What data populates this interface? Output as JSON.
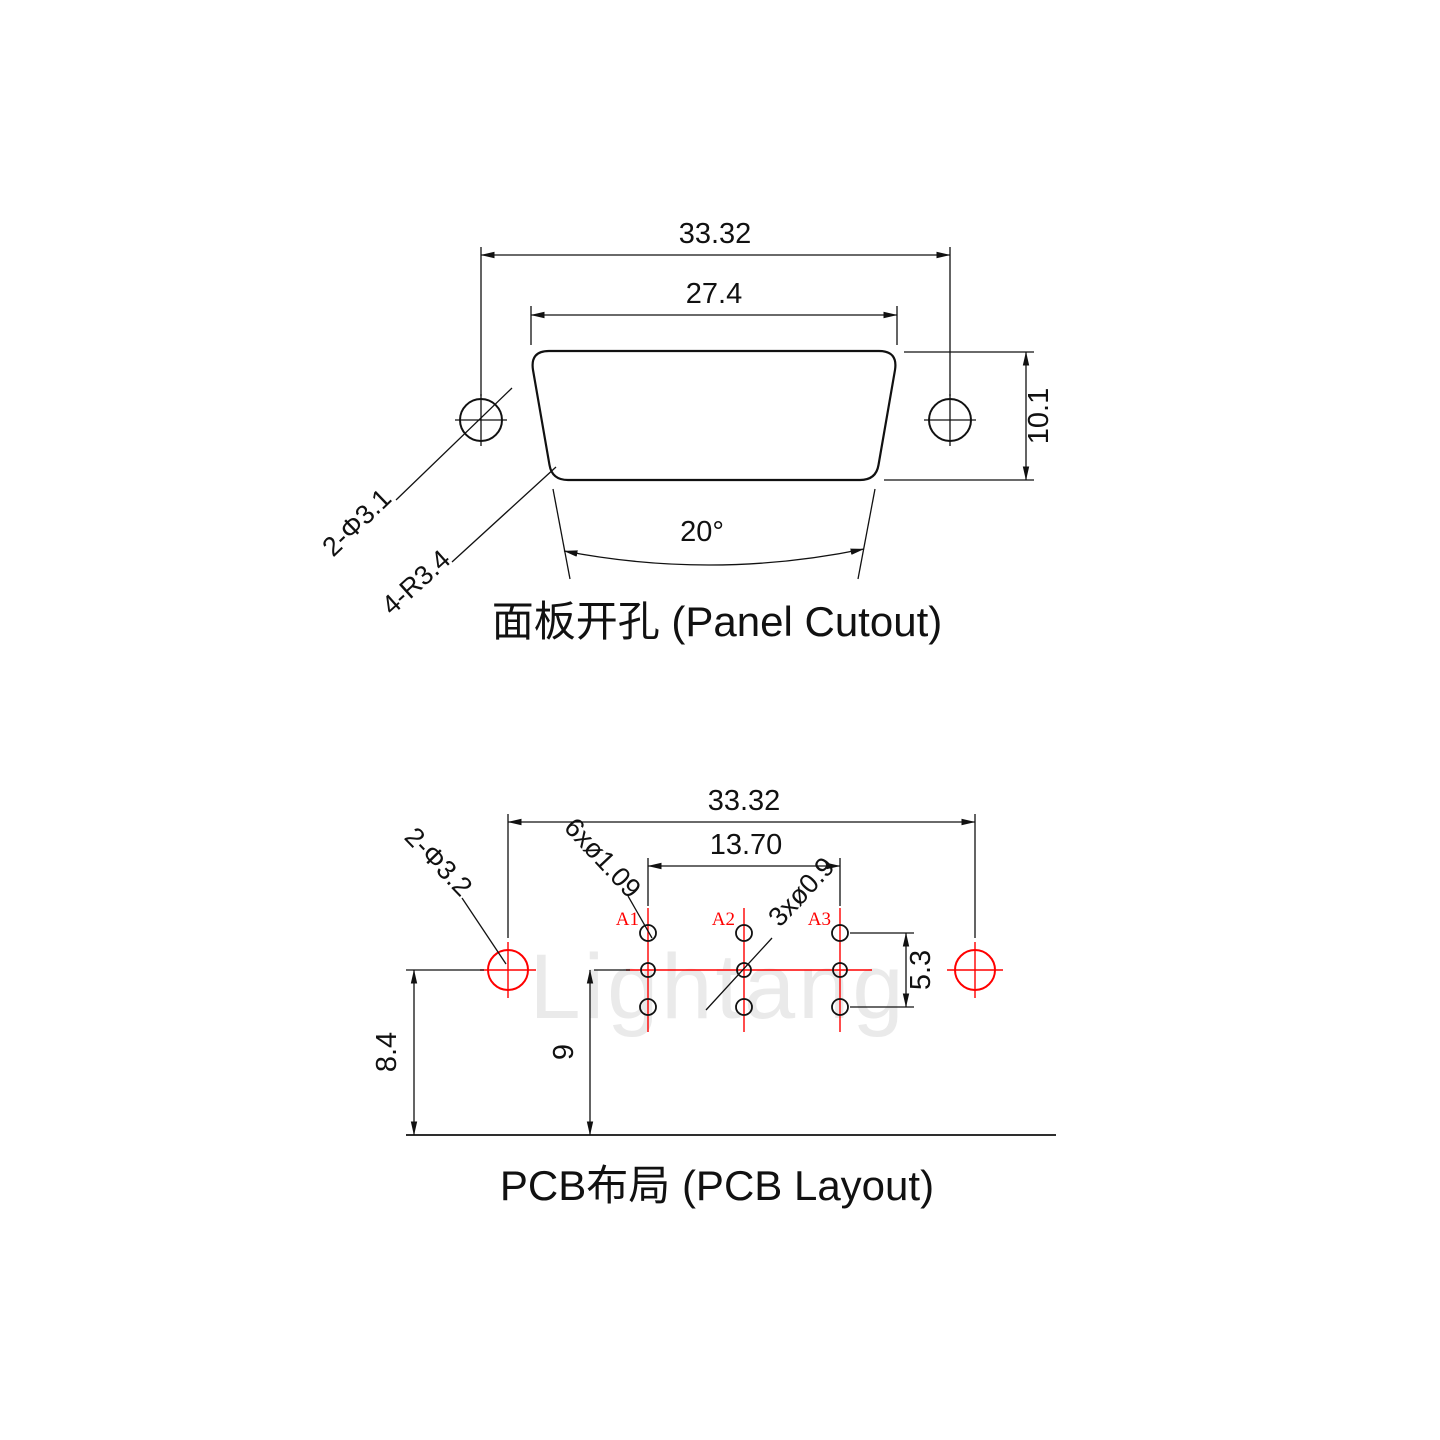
{
  "watermark": "Lightang",
  "colors": {
    "line": "#111111",
    "accent_red": "#ff0000",
    "watermark_gray": "#eaeaea",
    "background": "#ffffff"
  },
  "panel_cutout": {
    "title": "面板开孔 (Panel Cutout)",
    "dim_outer_width": "33.32",
    "dim_inner_width": "27.4",
    "dim_height": "10.1",
    "dim_angle": "20°",
    "label_mount_holes": "2-Φ3.1",
    "label_corner_radius": "4-R3.4"
  },
  "pcb_layout": {
    "title": "PCB布局 (PCB Layout)",
    "dim_outer_width": "33.32",
    "dim_pin_span": "13.70",
    "dim_row_span": "5.3",
    "dim_mount_to_edge": "8.4",
    "dim_pins_to_edge": "9",
    "label_mount_holes": "2-Φ3.2",
    "label_outer_pin_holes": "6xø1.09",
    "label_center_pin_holes": "3xø0.9",
    "pin_labels": [
      "A1",
      "A2",
      "A3"
    ]
  }
}
